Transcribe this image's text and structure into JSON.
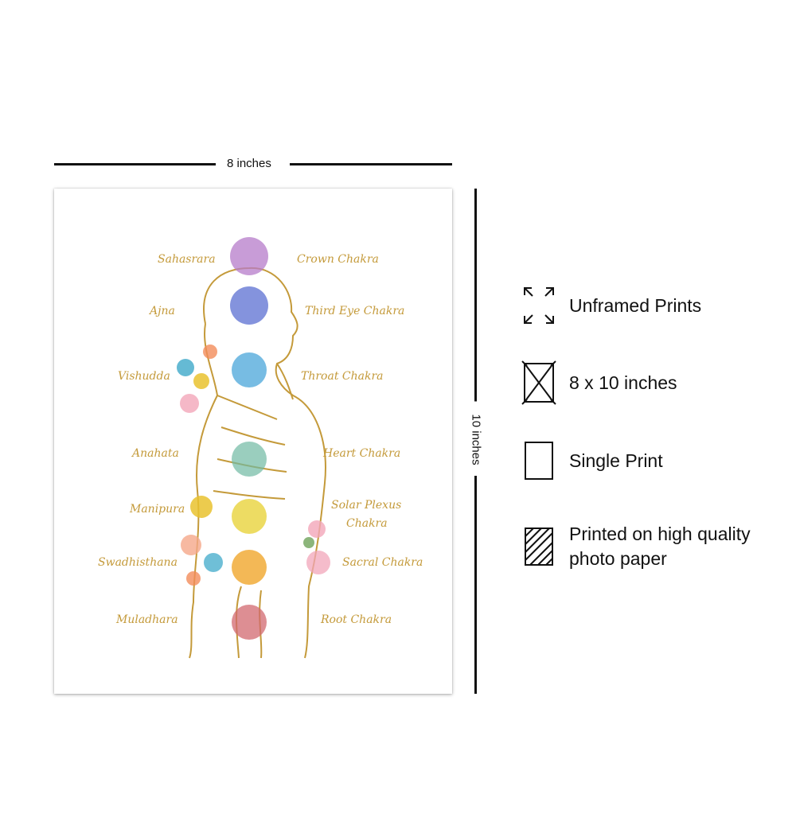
{
  "dimensions": {
    "width_label": "8 inches",
    "height_label": "10 inches"
  },
  "poster": {
    "left_labels": [
      "Sahasrara",
      "Ajna",
      "Vishudda",
      "Anahata",
      "Manipura",
      "Swadhisthana",
      "Muladhara"
    ],
    "right_labels": [
      "Crown Chakra",
      "Third Eye Chakra",
      "Throat Chakra",
      "Heart Chakra",
      "Solar Plexus",
      "Chakra",
      "Sacral Chakra",
      "Root Chakra"
    ],
    "chakra_colors": [
      "#b57bc9",
      "#5b6fd1",
      "#4aa6d9",
      "#6fb9a3",
      "#e8d33c",
      "#f0a62c",
      "#d1686f"
    ],
    "gold": "#c49a3a"
  },
  "features": [
    {
      "icon": "expand-arrows-icon",
      "text": "Unframed Prints"
    },
    {
      "icon": "crossed-box-icon",
      "text": "8 x 10 inches"
    },
    {
      "icon": "single-print-icon",
      "text": "Single Print"
    },
    {
      "icon": "photo-paper-icon",
      "text": "Printed on high quality photo paper"
    }
  ]
}
